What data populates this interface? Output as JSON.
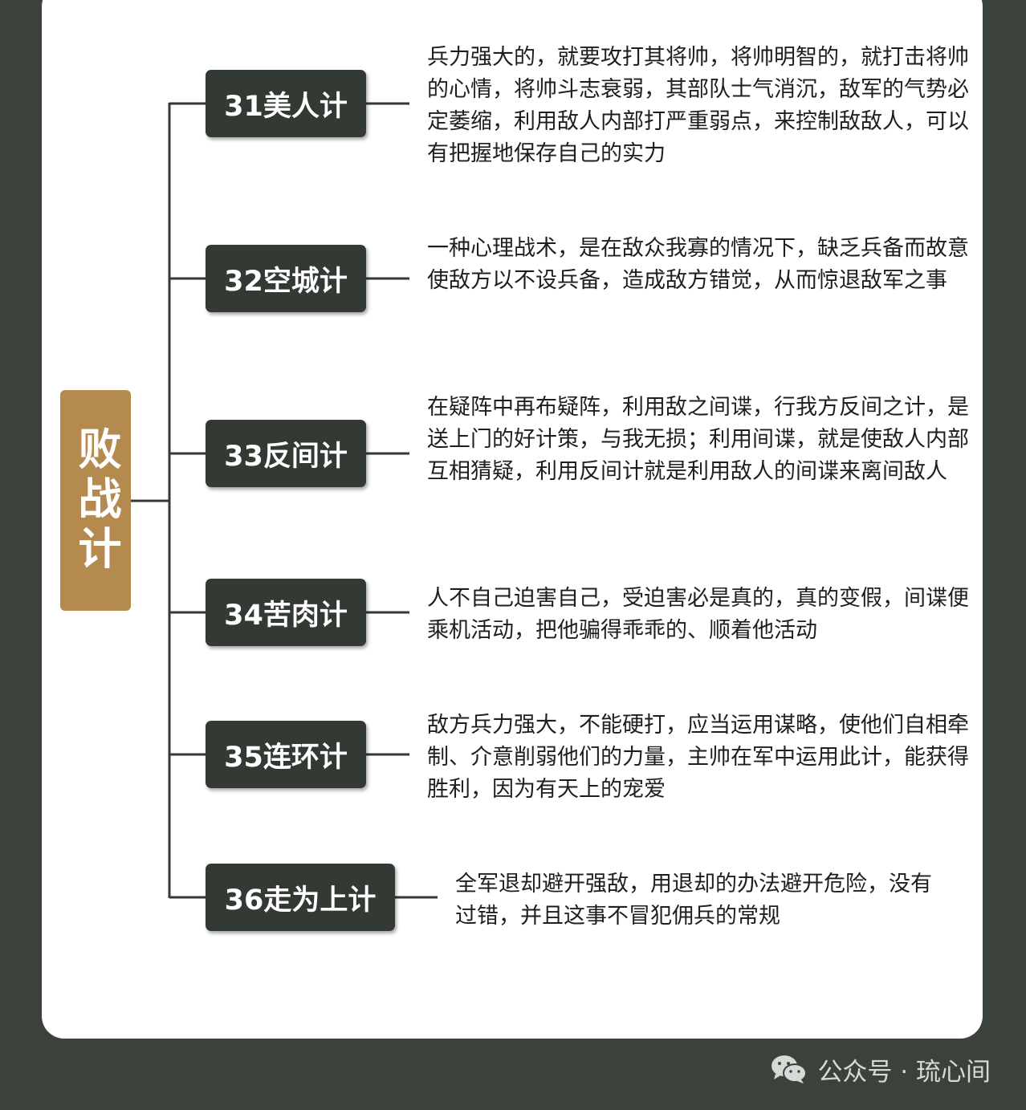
{
  "root": {
    "label": "败战计"
  },
  "nodes": [
    {
      "title": "31美人计",
      "desc": "兵力强大的，就要攻打其将帅，将帅明智的，就打击将帅的心情，将帅斗志衰弱，其部队士气消沉，敌军的气势必定萎缩，利用敌人内部打严重弱点，来控制敌敌人，可以有把握地保存自己的实力"
    },
    {
      "title": "32空城计",
      "desc": "一种心理战术，是在敌众我寡的情况下，缺乏兵备而故意使敌方以不设兵备，造成敌方错觉，从而惊退敌军之事"
    },
    {
      "title": "33反间计",
      "desc": "在疑阵中再布疑阵，利用敌之间谍，行我方反间之计，是送上门的好计策，与我无损；利用间谍，就是使敌人内部互相猜疑，利用反间计就是利用敌人的间谍来离间敌人"
    },
    {
      "title": "34苦肉计",
      "desc": "人不自己迫害自己，受迫害必是真的，真的变假，间谍便乘机活动，把他骗得乖乖的、顺着他活动"
    },
    {
      "title": "35连环计",
      "desc": "敌方兵力强大，不能硬打，应当运用谋略，使他们自相牵制、介意削弱他们的力量，主帅在军中运用此计，能获得胜利，因为有天上的宠爱"
    },
    {
      "title": "36走为上计",
      "desc": "全军退却避开强敌，用退却的办法避开危险，没有过错，并且这事不冒犯佣兵的常规"
    }
  ],
  "footer": {
    "text": "公众号 · 琉心间",
    "icon": "wechat-icon"
  },
  "colors": {
    "background": "#3b423c",
    "card": "#ffffff",
    "root_box": "#b58a4e",
    "node_box": "#333a34",
    "connector": "#333a34",
    "text": "#1e1e1e"
  }
}
